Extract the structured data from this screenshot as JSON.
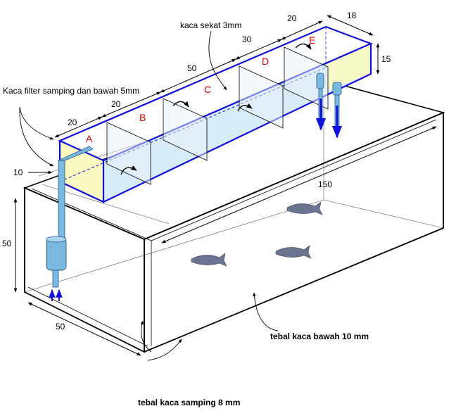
{
  "diagram": {
    "labels": {
      "partition_glass": "kaca sekat 3mm",
      "filter_glass": "Kaca filter samping dan bawah 5mm",
      "bottom_glass": "tebal kaca bawah 10 mm",
      "side_glass": "tebal kaca samping 8 mm"
    },
    "sections": [
      "A",
      "B",
      "C",
      "D",
      "E"
    ],
    "dimensions": {
      "filter_a_width": "20",
      "filter_b_width": "20",
      "filter_c_width": "50",
      "filter_d_width": "30",
      "filter_e_width": "20",
      "filter_depth": "18",
      "filter_height": "15",
      "filter_offset": "10",
      "tank_length": "150",
      "tank_height": "50",
      "tank_depth": "50"
    },
    "colors": {
      "filter_outline": "#1010d8",
      "filter_fill": "#d8ecf8",
      "media_fill": "#fafac0",
      "section_letter": "#e00000",
      "pipe": "#7ab8e0",
      "fish": "#6a7490"
    }
  }
}
